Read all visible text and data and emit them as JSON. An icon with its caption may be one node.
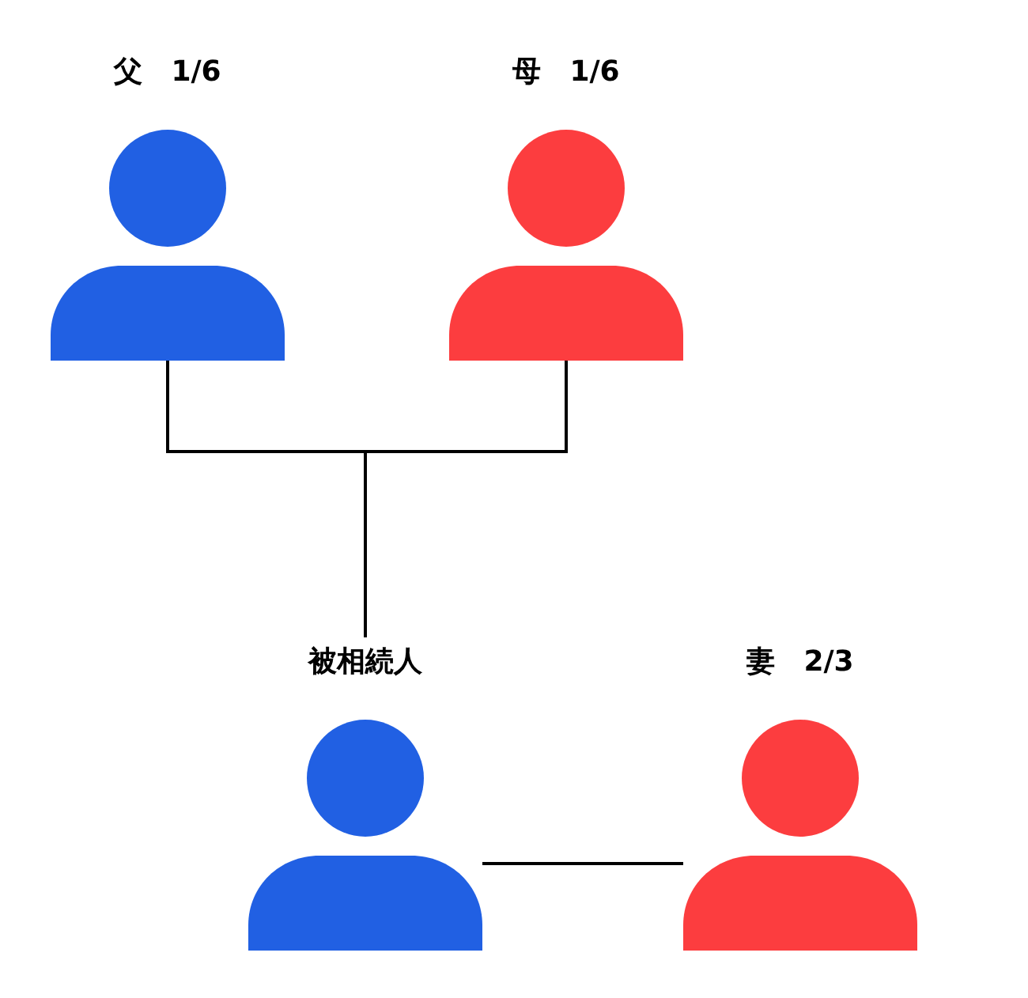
{
  "diagram": {
    "nodes": [
      {
        "text": [
          "父　1/6"
        ]
      },
      {
        "text": [
          "母　1/6"
        ]
      },
      {
        "text": [
          "被相続人"
        ]
      },
      {
        "text": [
          "妻　2/3"
        ]
      }
    ],
    "edges": [
      {
        "from": 0,
        "to": 2,
        "arrow": "none"
      },
      {
        "from": 1,
        "to": 2,
        "arrow": "none"
      },
      {
        "from": 2,
        "to": 3,
        "arrow": "none"
      }
    ]
  }
}
